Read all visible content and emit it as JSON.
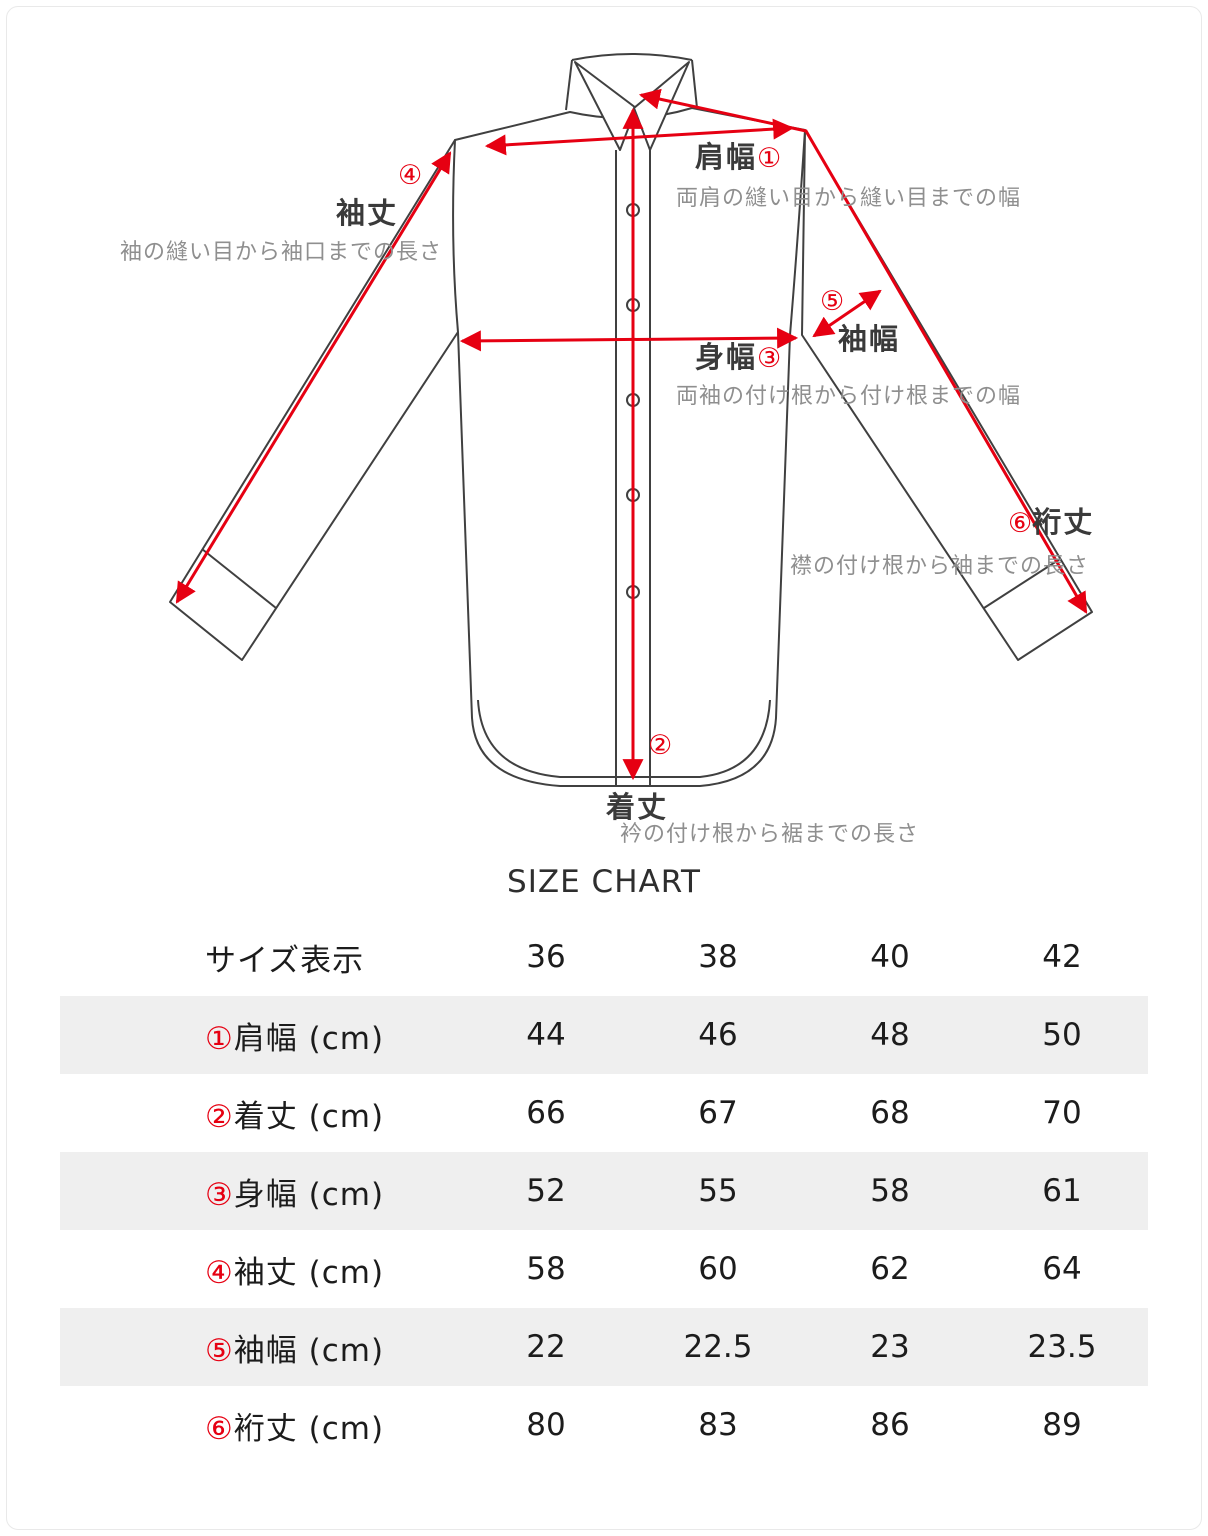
{
  "colors": {
    "accent": "#e60012",
    "line": "#404040",
    "muted": "#8f8f8f",
    "row_alt": "#efefef"
  },
  "diagram": {
    "sodetake_num": "④",
    "sodetake_label": "袖丈",
    "sodetake_desc": "袖の縫い目から袖口までの長さ",
    "katahaba_label": "肩幅",
    "katahaba_num": "①",
    "katahaba_desc": "両肩の縫い目から縫い目までの幅",
    "sodehaba_num": "⑤",
    "sodehaba_label": "袖幅",
    "mihaba_label": "身幅",
    "mihaba_num": "③",
    "mihaba_desc": "両袖の付け根から付け根までの幅",
    "yukitake_num": "⑥",
    "yukitake_label": "裄丈",
    "yukitake_desc": "襟の付け根から袖までの長さ",
    "kitake_num": "②",
    "kitake_label": "着丈",
    "kitake_desc": "衿の付け根から裾までの長さ"
  },
  "table": {
    "title": "SIZE CHART",
    "size_row_label": "サイズ表示",
    "sizes": [
      "36",
      "38",
      "40",
      "42"
    ],
    "rows": [
      {
        "num": "①",
        "label": "肩幅 (cm)",
        "values": [
          "44",
          "46",
          "48",
          "50"
        ]
      },
      {
        "num": "②",
        "label": "着丈 (cm)",
        "values": [
          "66",
          "67",
          "68",
          "70"
        ]
      },
      {
        "num": "③",
        "label": "身幅 (cm)",
        "values": [
          "52",
          "55",
          "58",
          "61"
        ]
      },
      {
        "num": "④",
        "label": "袖丈 (cm)",
        "values": [
          "58",
          "60",
          "62",
          "64"
        ]
      },
      {
        "num": "⑤",
        "label": "袖幅 (cm)",
        "values": [
          "22",
          "22.5",
          "23",
          "23.5"
        ]
      },
      {
        "num": "⑥",
        "label": "裄丈 (cm)",
        "values": [
          "80",
          "83",
          "86",
          "89"
        ]
      }
    ]
  }
}
